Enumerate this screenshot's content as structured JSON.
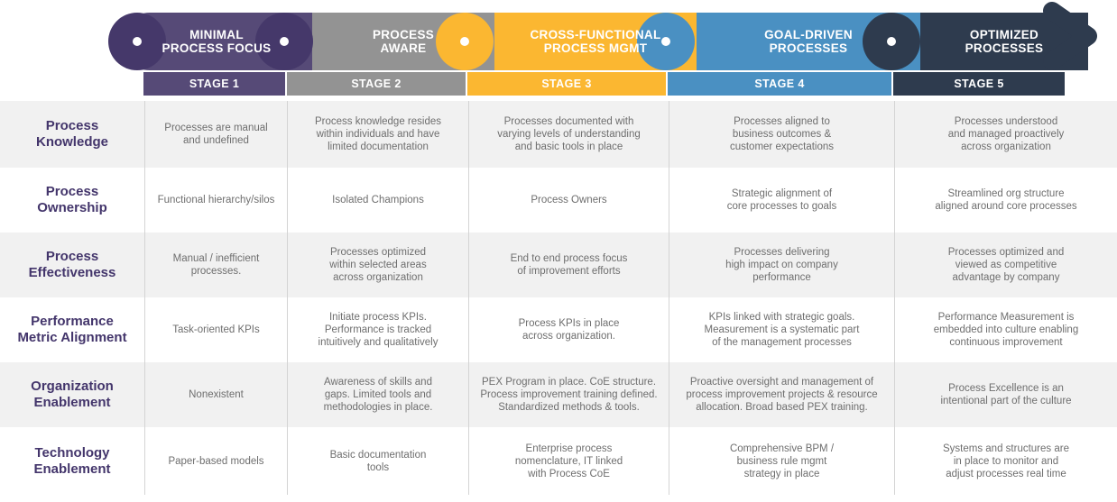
{
  "banner": {
    "segments": [
      {
        "label": "MINIMAL\nPROCESS FOCUS",
        "color": "#564a77",
        "node_color": "#45386a"
      },
      {
        "label": "PROCESS\nAWARE",
        "color": "#939393",
        "node_color": "#45386a"
      },
      {
        "label": "CROSS-FUNCTIONAL\nPROCESS MGMT",
        "color": "#fbb731",
        "node_color": "#fbb731"
      },
      {
        "label": "GOAL-DRIVEN\nPROCESSES",
        "color": "#4a90c2",
        "node_color": "#4a90c2"
      },
      {
        "label": "OPTIMIZED\nPROCESSES",
        "color": "#2e3b4e",
        "node_color": "#2e3b4e"
      }
    ],
    "arrow_color": "#2e3b4e",
    "arrow_name": "chevron-right-arrow"
  },
  "stage_bar": [
    {
      "label": "STAGE 1",
      "color": "#564a77"
    },
    {
      "label": "STAGE 2",
      "color": "#939393"
    },
    {
      "label": "STAGE 3",
      "color": "#fbb731"
    },
    {
      "label": "STAGE 4",
      "color": "#4a90c2"
    },
    {
      "label": "STAGE 5",
      "color": "#2e3b4e"
    }
  ],
  "matrix": {
    "row_label_color": "#43356b",
    "rows": [
      {
        "label": "Process\nKnowledge",
        "cells": [
          "Processes are manual\nand undefined",
          "Process knowledge resides\nwithin individuals and have\nlimited documentation",
          "Processes documented with\nvarying levels of understanding\nand basic   tools in place",
          "Processes aligned to\nbusiness outcomes &\ncustomer expectations",
          "Processes understood\nand managed proactively\nacross organization"
        ]
      },
      {
        "label": "Process\nOwnership",
        "cells": [
          "Functional hierarchy/silos",
          "Isolated Champions",
          "Process Owners",
          "Strategic alignment of\ncore processes to goals",
          "Streamlined org structure\naligned around core processes"
        ]
      },
      {
        "label": "Process\nEffectiveness",
        "cells": [
          "Manual / inefficient\nprocesses.",
          "Processes optimized\nwithin selected areas\nacross organization",
          "End to end process focus\nof improvement efforts",
          "Processes delivering\nhigh impact on company\nperformance",
          "Processes optimized and\nviewed as competitive\nadvantage by company"
        ]
      },
      {
        "label": "Performance\nMetric Alignment",
        "cells": [
          "Task-oriented KPIs",
          "Initiate process KPIs.\nPerformance is tracked\nintuitively and qualitatively",
          "Process KPIs in place\nacross organization.",
          "KPIs linked with strategic goals.\nMeasurement is a systematic part\nof the management processes",
          "Performance Measurement is\nembedded into culture enabling\ncontinuous improvement"
        ]
      },
      {
        "label": "Organization\nEnablement",
        "cells": [
          "Nonexistent",
          "Awareness of skills and\ngaps.  Limited tools and\nmethodologies in place.",
          "PEX Program in place. CoE structure.\nProcess improvement training defined.\nStandardized methods & tools.",
          "Proactive oversight and management of\nprocess improvement projects & resource\nallocation. Broad based PEX training.",
          "Process Excellence is an\nintentional part of the culture"
        ]
      },
      {
        "label": "Technology\nEnablement",
        "cells": [
          "Paper-based models",
          "Basic documentation\ntools",
          "Enterprise process\nnomenclature, IT linked\nwith Process CoE",
          "Comprehensive BPM /\nbusiness rule mgmt\nstrategy in place",
          "Systems and structures are\nin place to monitor and\nadjust processes real time"
        ]
      }
    ]
  }
}
